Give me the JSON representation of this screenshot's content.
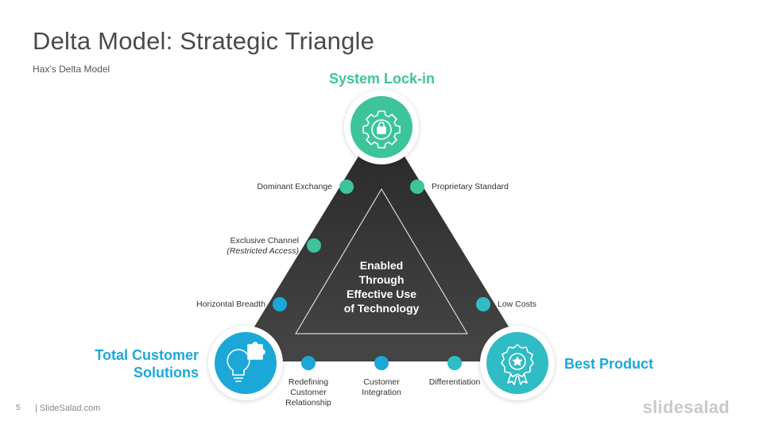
{
  "title": "Delta Model: Strategic Triangle",
  "subtitle": "Hax’s Delta Model",
  "center": {
    "line1": "Enabled",
    "line2": "Through",
    "line3": "Effective Use",
    "line4": "of Technology"
  },
  "vertices": {
    "top": {
      "label": "System Lock-in",
      "icon": "gear-lock-icon",
      "color": "#3dc49a"
    },
    "left": {
      "label_line1": "Total Customer",
      "label_line2": "Solutions",
      "icon": "bulb-puzzle-icon",
      "color": "#1ba8d8"
    },
    "right": {
      "label": "Best Product",
      "icon": "award-badge-icon",
      "color": "#2fbcc4"
    }
  },
  "left_side_items": [
    {
      "text": "Dominant Exchange"
    },
    {
      "text": "Exclusive Channel",
      "note": "(Restricted Access)"
    },
    {
      "text": "Horizontal Breadth"
    }
  ],
  "right_side_items": [
    {
      "text": "Proprietary Standard"
    },
    {
      "text": "Low Costs"
    }
  ],
  "bottom_items": [
    {
      "line1": "Redefining",
      "line2": "Customer",
      "line3": "Relationship"
    },
    {
      "line1": "Customer",
      "line2": "Integration"
    },
    {
      "line1": "Differentiation"
    }
  ],
  "footer": {
    "page_number": "5",
    "site": "| SlideSalad.com",
    "brand": "slidesalad"
  }
}
